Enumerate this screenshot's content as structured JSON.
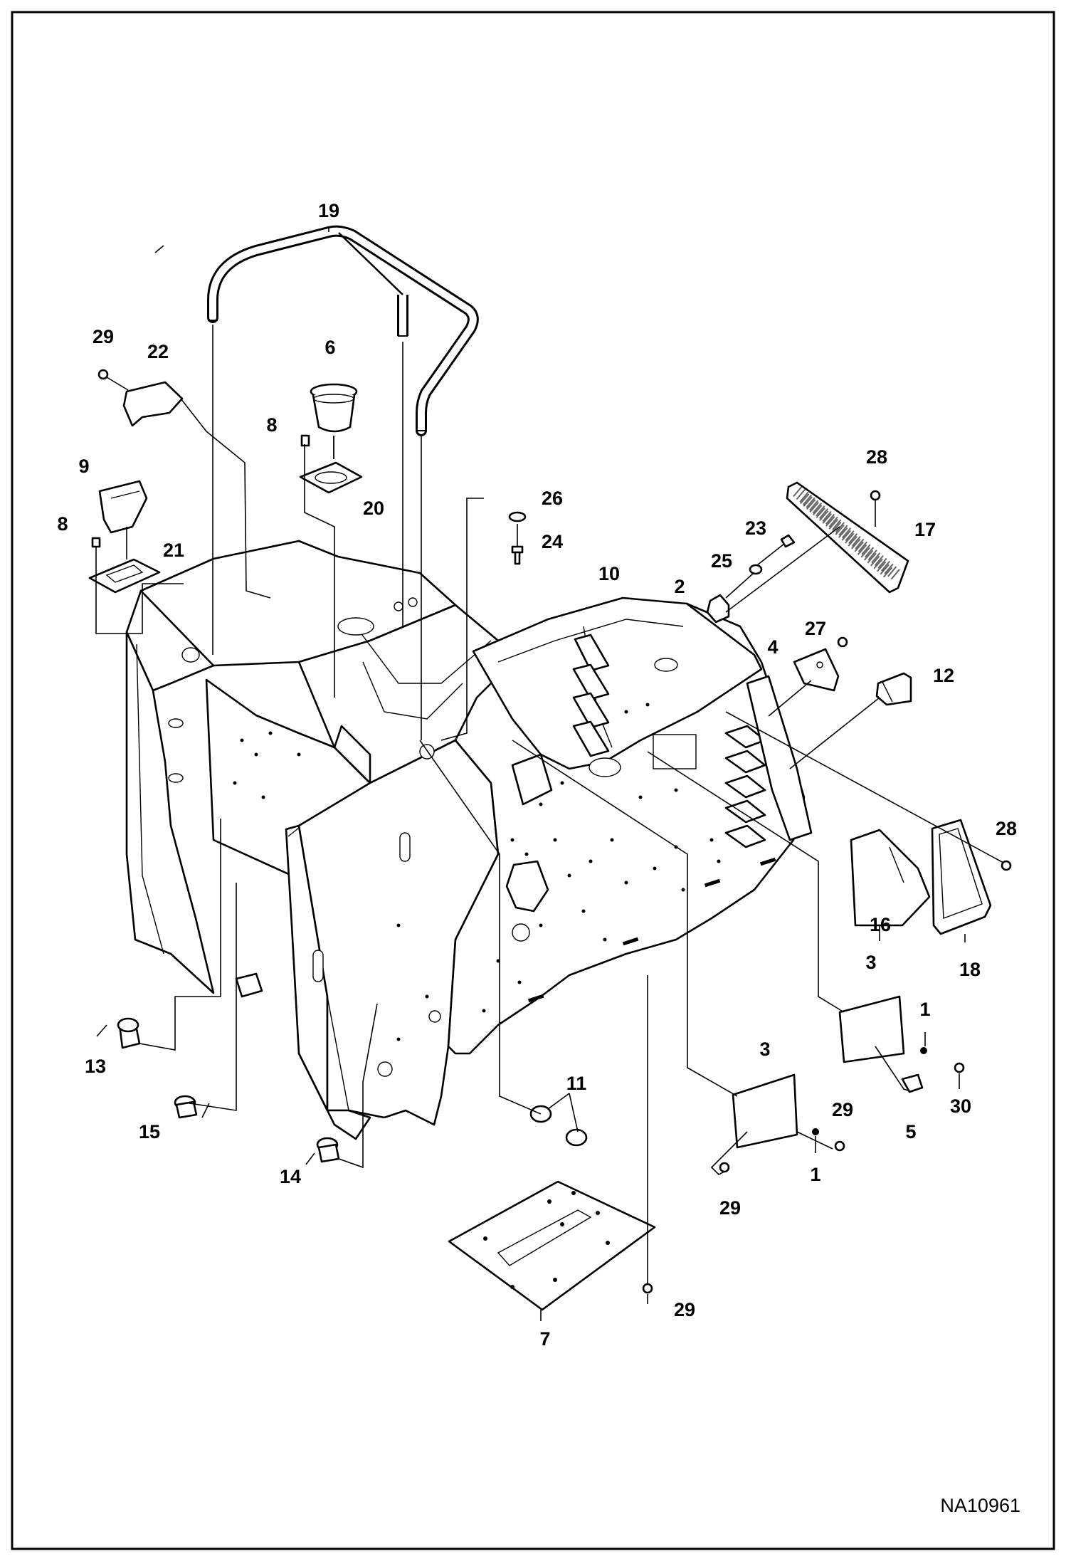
{
  "figure": {
    "ref_number": "NA10961",
    "callouts": [
      {
        "id": "c19",
        "label": "19"
      },
      {
        "id": "c29a",
        "label": "29"
      },
      {
        "id": "c22",
        "label": "22"
      },
      {
        "id": "c6",
        "label": "6"
      },
      {
        "id": "c8a",
        "label": "8"
      },
      {
        "id": "c20",
        "label": "20"
      },
      {
        "id": "c9",
        "label": "9"
      },
      {
        "id": "c8b",
        "label": "8"
      },
      {
        "id": "c21",
        "label": "21"
      },
      {
        "id": "c26",
        "label": "26"
      },
      {
        "id": "c24",
        "label": "24"
      },
      {
        "id": "c28a",
        "label": "28"
      },
      {
        "id": "c17",
        "label": "17"
      },
      {
        "id": "c23",
        "label": "23"
      },
      {
        "id": "c25",
        "label": "25"
      },
      {
        "id": "c10",
        "label": "10"
      },
      {
        "id": "c2",
        "label": "2"
      },
      {
        "id": "c27",
        "label": "27"
      },
      {
        "id": "c4",
        "label": "4"
      },
      {
        "id": "c12",
        "label": "12"
      },
      {
        "id": "c28b",
        "label": "28"
      },
      {
        "id": "c16",
        "label": "16"
      },
      {
        "id": "c18",
        "label": "18"
      },
      {
        "id": "c3a",
        "label": "3"
      },
      {
        "id": "c1a",
        "label": "1"
      },
      {
        "id": "c30",
        "label": "30"
      },
      {
        "id": "c5",
        "label": "5"
      },
      {
        "id": "c3b",
        "label": "3"
      },
      {
        "id": "c29b",
        "label": "29"
      },
      {
        "id": "c1b",
        "label": "1"
      },
      {
        "id": "c29c",
        "label": "29"
      },
      {
        "id": "c11",
        "label": "11"
      },
      {
        "id": "c13",
        "label": "13"
      },
      {
        "id": "c15",
        "label": "15"
      },
      {
        "id": "c14",
        "label": "14"
      },
      {
        "id": "c29d",
        "label": "29"
      },
      {
        "id": "c7",
        "label": "7"
      }
    ]
  }
}
